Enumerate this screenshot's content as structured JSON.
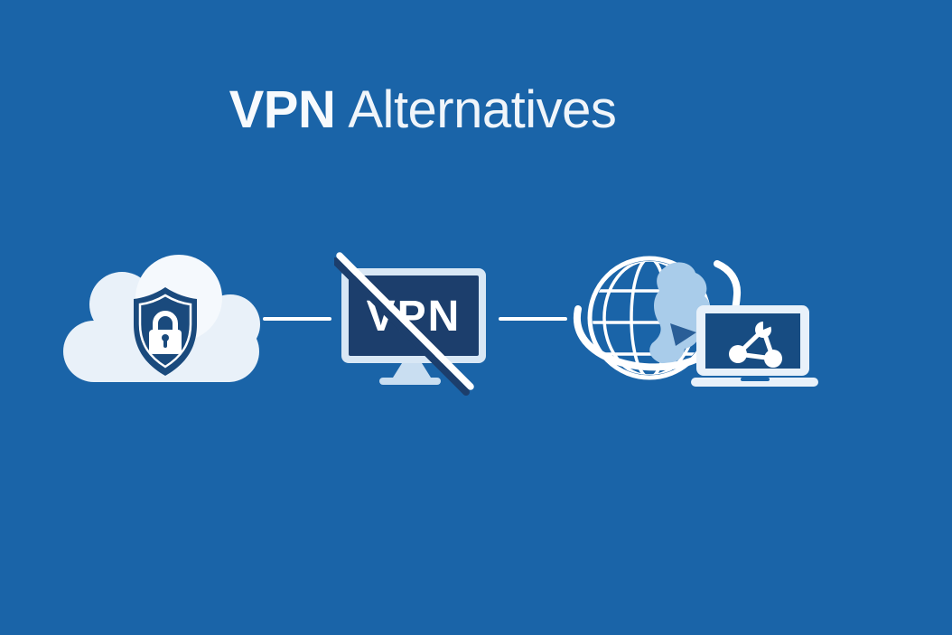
{
  "title": {
    "emphasis": "VPN",
    "rest": "Alternatives"
  },
  "diagram": {
    "items": [
      {
        "name": "secure-cloud",
        "icon": "cloud-shield-lock-icon"
      },
      {
        "name": "blocked-vpn",
        "icon": "no-vpn-monitor-icon",
        "label": "VPN"
      },
      {
        "name": "global-network",
        "icon": "globe-laptop-network-icon"
      }
    ],
    "connector_count": 2
  },
  "colors": {
    "background": "#1A64A8",
    "title_text": "#F7FAFD",
    "cloud": "#E9F1F9",
    "cloud_bright": "#F5F9FD",
    "shield": "#1A4A7D",
    "lock": "#FFFFFF",
    "monitor_frame": "#D8E7F5",
    "monitor_screen": "#1C3E6C",
    "monitor_stand": "#C9DEF1",
    "screen_text": "#FFFFFF",
    "slash": "#FFFFFF",
    "slash_shadow": "#1C3E6C",
    "globe_line": "#FFFFFF",
    "landmass": "#A9CCEA",
    "landmass_arrow": "#2A5E97",
    "laptop_frame": "#E8F1FA",
    "laptop_screen": "#174C82",
    "network": "#FFFFFF",
    "connector": "#FFFFFF"
  }
}
